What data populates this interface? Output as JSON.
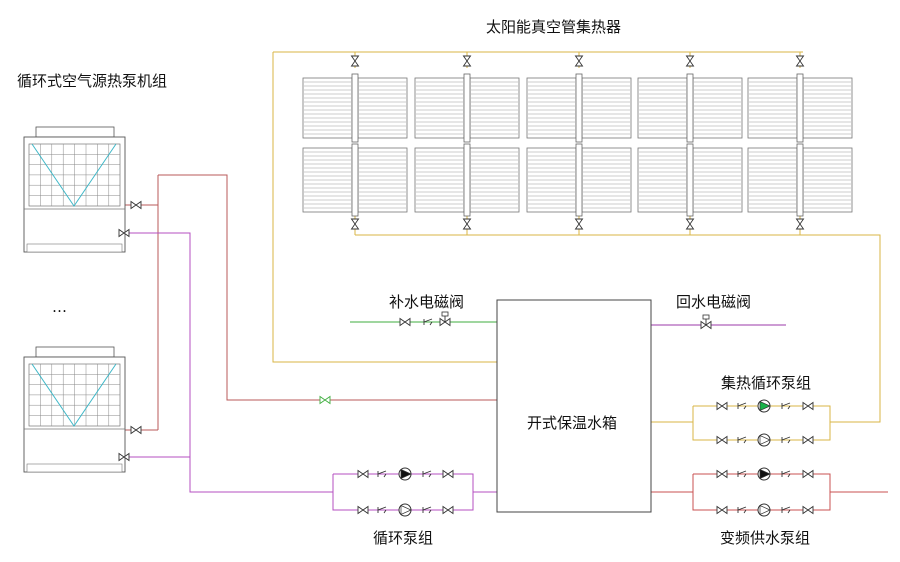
{
  "labels": {
    "solar_collector": "太阳能真空管集热器",
    "heat_pump_unit": "循环式空气源热泵机组",
    "ellipsis": "…",
    "makeup_valve": "补水电磁阀",
    "return_valve": "回水电磁阀",
    "tank": "开式保温水箱",
    "collector_pump_group": "集热循环泵组",
    "circulation_pump_group": "循环泵组",
    "vfd_supply_pump_group": "变频供水泵组"
  },
  "colors": {
    "collector_loop": "#d9b646",
    "heat_pump_supply": "#b85a5a",
    "heat_pump_return": "#b44fc0",
    "makeup_water": "#3fae3f",
    "return_water": "#9b3aa8",
    "supply_water": "#c85050",
    "pump_green": "#19b34a",
    "equipment": "#555555"
  }
}
